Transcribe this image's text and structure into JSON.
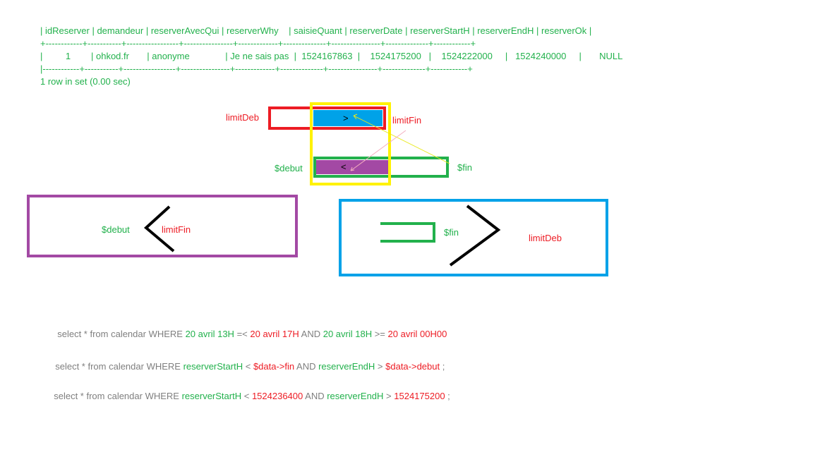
{
  "table": {
    "header": "| idReserver | demandeur | reserverAvecQui | reserverWhy    | saisieQuant | reserverDate | reserverStartH | reserverEndH | reserverOk |",
    "separator": "+------------+-----------+-----------------+----------------+-------------+--------------+----------------+--------------+------------+",
    "row": "|         1        | ohkod.fr       | anonyme              | Je ne sais pas  |  1524167863  |    1524175200   |    1524222000     |   1524240000     |       NULL",
    "separator_bottom": "|------------+-----------+-----------------+----------------+-------------+--------------+----------------+--------------+------------+",
    "footer": "1 row in set (0.00 sec)"
  },
  "diagram": {
    "label_limitdeb": "limitDeb",
    "label_limitfin": "limitFin",
    "label_debut": "$debut",
    "label_fin": "$fin",
    "gt_symbol": ">",
    "lt_symbol": "<"
  },
  "left_box": {
    "label_debut": "$debut",
    "label_limitfin": "limitFin"
  },
  "right_box": {
    "label_fin": "$fin",
    "label_limitdeb": "limitDeb"
  },
  "queries": {
    "q1": {
      "prefix": "select * from calendar WHERE ",
      "a": "20 avril 13H",
      "op1": " =< ",
      "b": "20 avril 17H",
      "mid": " AND ",
      "c": "20 avril 18H",
      "op2": " >= ",
      "d": "20 avril 00H00"
    },
    "q2": {
      "prefix": "select * from calendar WHERE ",
      "a": "reserverStartH",
      "op1": " < ",
      "b": "$data->fin",
      "mid": " AND ",
      "c": "reserverEndH",
      "op2": " > ",
      "d": "$data->debut",
      "suffix": " ;"
    },
    "q3": {
      "prefix": "select * from calendar WHERE ",
      "a": "reserverStartH",
      "op1": " < ",
      "b": "1524236400",
      "mid": " AND ",
      "c": "reserverEndH",
      "op2": " > ",
      "d": "1524175200",
      "suffix": " ;"
    }
  },
  "colors": {
    "green": "#22b14c",
    "red": "#ed1c24",
    "yellow": "#fff200",
    "blue": "#00a2e8",
    "purple": "#a349a4",
    "black": "#000000",
    "gray": "#7f7f7f"
  }
}
